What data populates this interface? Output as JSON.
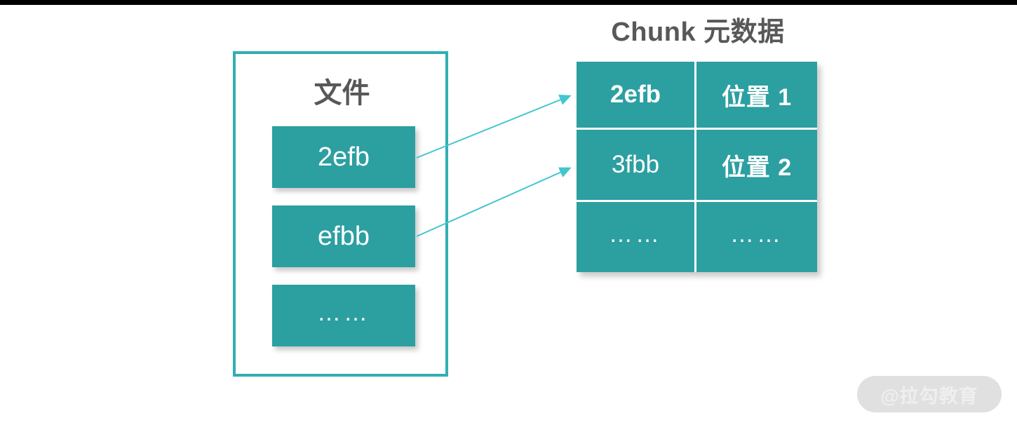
{
  "page": {
    "background_color": "#ffffff",
    "top_bar_color": "#000000",
    "accent_color": "#2C9FA1",
    "outline_color": "#31AFB4",
    "arrow_color": "#43C6CE",
    "title_color": "#585858"
  },
  "file_panel": {
    "title": "文件",
    "chunks": [
      {
        "label": "2efb"
      },
      {
        "label": "efbb"
      },
      {
        "label": "……"
      }
    ]
  },
  "metadata": {
    "title": "Chunk 元数据",
    "rows": [
      {
        "hash": "2efb",
        "location": "位置 1"
      },
      {
        "hash": "3fbb",
        "location": "位置 2"
      },
      {
        "hash": "……",
        "location": "……"
      }
    ]
  },
  "arrows": [
    {
      "from_chunk": "2efb",
      "to_row": "2efb"
    },
    {
      "from_chunk": "efbb",
      "to_row": "3fbb"
    }
  ],
  "watermark": {
    "text": "@拉勾教育"
  }
}
